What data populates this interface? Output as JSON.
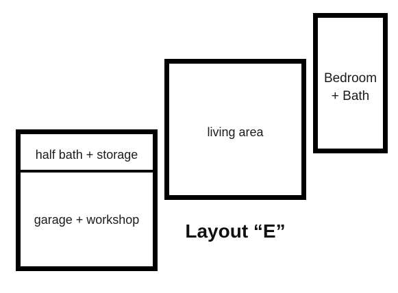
{
  "rooms": {
    "half_bath": "half bath + storage",
    "garage": "garage + workshop",
    "living": "living area",
    "bedroom_line1": "Bedroom",
    "bedroom_line2": "+ Bath"
  },
  "title": "Layout “E”",
  "colors": {
    "stroke": "#000000",
    "background": "#ffffff",
    "text": "#111111"
  }
}
